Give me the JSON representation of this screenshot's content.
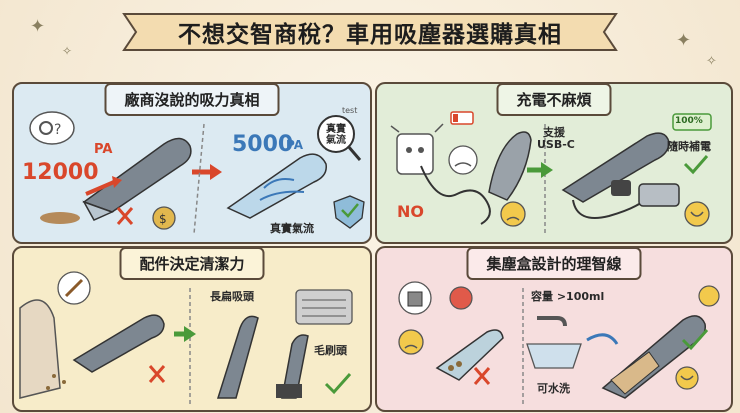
{
  "header": {
    "title": "不想交智商稅？車用吸塵器選購真相"
  },
  "panels": {
    "suction": {
      "title": "廠商沒說的吸力真相",
      "claimed_pa_value": "12000",
      "claimed_pa_unit": "PA",
      "real_pa_value": "5000",
      "real_pa_unit": "PA",
      "magnifier_label": "真實氣流",
      "bottom_label": "真實氣流",
      "tag_text": "test"
    },
    "charging": {
      "title": "充電不麻煩",
      "no_label": "NO",
      "support_label": "支援",
      "usbc_label": "USB-C",
      "battery_label": "100%",
      "anytime_label": "隨時補電"
    },
    "accessories": {
      "title": "配件決定清潔力",
      "long_nozzle_label": "長扁吸頭",
      "brush_label": "毛刷頭"
    },
    "dustbin": {
      "title": "集塵盒設計的理智線",
      "capacity_label": "容量 >100ml",
      "washable_label": "可水洗"
    }
  },
  "colors": {
    "red": "#d9472b",
    "green": "#4a9a3a",
    "blue": "#3b78b8",
    "accent_yellow": "#f2c94c"
  }
}
